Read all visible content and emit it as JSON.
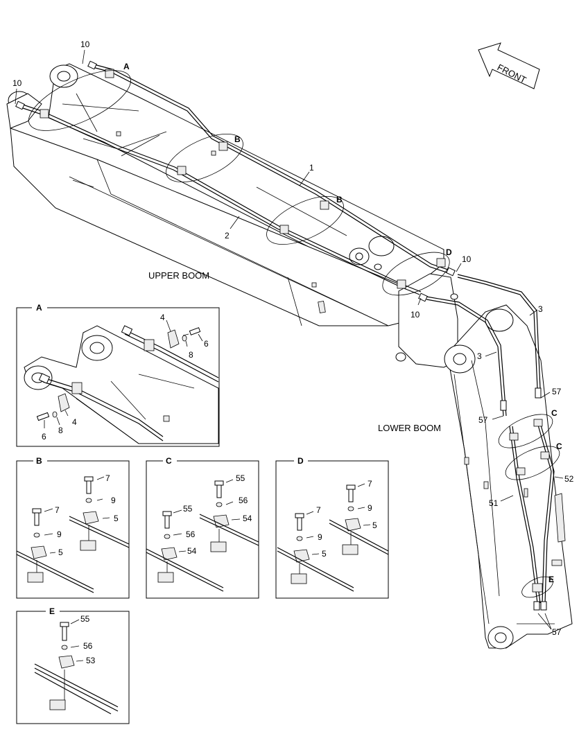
{
  "labels": {
    "front": "FRONT",
    "upper_boom": "UPPER BOOM",
    "lower_boom": "LOWER BOOM",
    "p1": "1",
    "p2": "2",
    "p3a": "3",
    "p3b": "3",
    "p10a": "10",
    "p10b": "10",
    "p10c": "10",
    "p10d": "10",
    "p51": "51",
    "p52": "52",
    "p57a": "57",
    "p57b": "57",
    "p57c": "57",
    "callout_A": "A",
    "callout_B1": "B",
    "callout_B2": "B",
    "callout_C1": "C",
    "callout_C2": "C",
    "callout_D": "D",
    "callout_E": "E"
  },
  "detail_A": {
    "title": "A",
    "parts": [
      "4",
      "6",
      "8",
      "4",
      "6",
      "8"
    ]
  },
  "detail_B": {
    "title": "B",
    "parts": [
      "7",
      "9",
      "5",
      "7",
      "9",
      "5"
    ]
  },
  "detail_C": {
    "title": "C",
    "parts": [
      "55",
      "56",
      "54",
      "55",
      "56",
      "54"
    ]
  },
  "detail_D": {
    "title": "D",
    "parts": [
      "7",
      "9",
      "5",
      "7",
      "9",
      "5"
    ]
  },
  "detail_E": {
    "title": "E",
    "parts": [
      "55",
      "56",
      "53"
    ]
  }
}
